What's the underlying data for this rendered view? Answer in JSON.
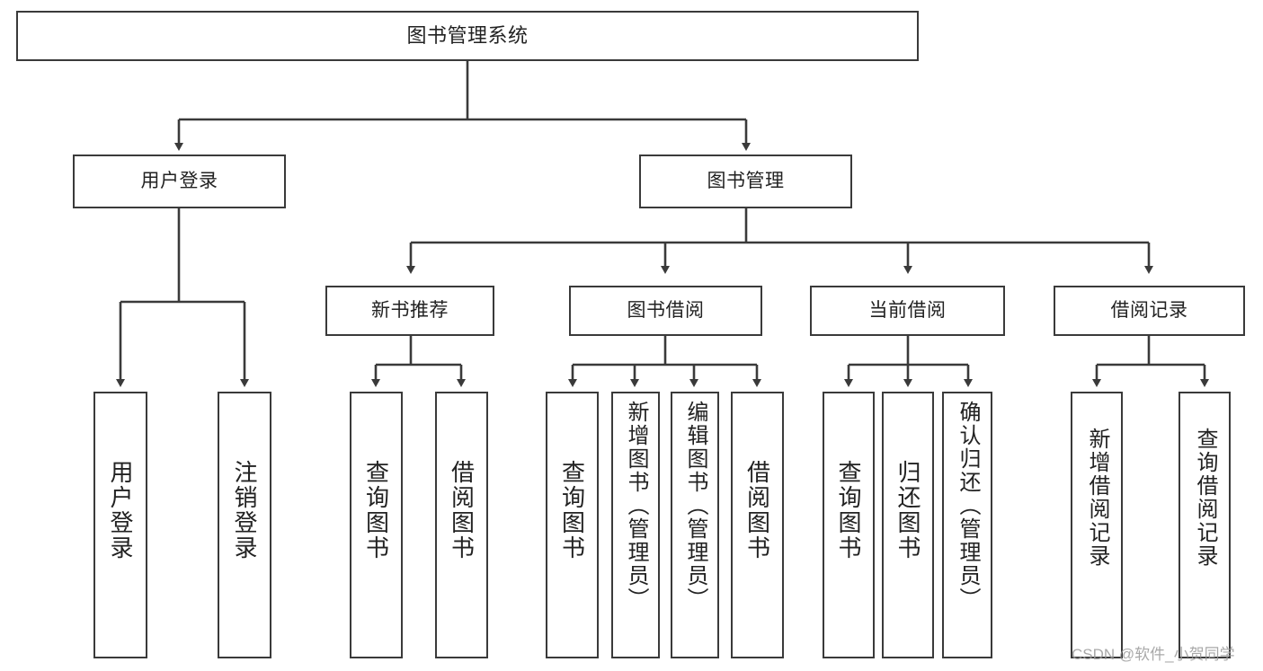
{
  "diagram": {
    "title": "图书管理系统",
    "type": "hierarchy-tree",
    "watermark": "CSDN @软件_小贺同学",
    "colors": {
      "stroke": "#3a3a3a",
      "fill": "#ffffff",
      "text": "#222222",
      "watermark": "#9a9a9a"
    },
    "nodes": {
      "root": {
        "label": "图书管理系统",
        "level": 0
      },
      "l1": [
        {
          "id": "user-login",
          "label": "用户登录",
          "level": 1
        },
        {
          "id": "book-manage",
          "label": "图书管理",
          "level": 1
        }
      ],
      "l2": [
        {
          "id": "new-book-rec",
          "label": "新书推荐",
          "level": 2,
          "parent": "book-manage"
        },
        {
          "id": "book-borrow",
          "label": "图书借阅",
          "level": 2,
          "parent": "book-manage"
        },
        {
          "id": "current-borrow",
          "label": "当前借阅",
          "level": 2,
          "parent": "book-manage"
        },
        {
          "id": "borrow-record",
          "label": "借阅记录",
          "level": 2,
          "parent": "book-manage"
        }
      ],
      "leaves": [
        {
          "id": "leaf-user-login",
          "label": "用户登录",
          "parent": "user-login"
        },
        {
          "id": "leaf-user-logout",
          "label": "注销登录",
          "parent": "user-login"
        },
        {
          "id": "leaf-query-book-rec",
          "label": "查询图书",
          "parent": "new-book-rec"
        },
        {
          "id": "leaf-borrow-book-rec",
          "label": "借阅图书",
          "parent": "new-book-rec"
        },
        {
          "id": "leaf-query-book-borrow",
          "label": "查询图书",
          "parent": "book-borrow"
        },
        {
          "id": "leaf-add-book",
          "label": "新增图书（管理员）",
          "parent": "book-borrow"
        },
        {
          "id": "leaf-edit-book",
          "label": "编辑图书（管理员）",
          "parent": "book-borrow"
        },
        {
          "id": "leaf-borrow-book",
          "label": "借阅图书",
          "parent": "book-borrow"
        },
        {
          "id": "leaf-query-book-cur",
          "label": "查询图书",
          "parent": "current-borrow"
        },
        {
          "id": "leaf-return-book",
          "label": "归还图书",
          "parent": "current-borrow"
        },
        {
          "id": "leaf-confirm-return",
          "label": "确认归还（管理员）",
          "parent": "current-borrow"
        },
        {
          "id": "leaf-add-record",
          "label": "新增借阅记录",
          "parent": "borrow-record"
        },
        {
          "id": "leaf-query-record",
          "label": "查询借阅记录",
          "parent": "borrow-record"
        }
      ]
    }
  }
}
